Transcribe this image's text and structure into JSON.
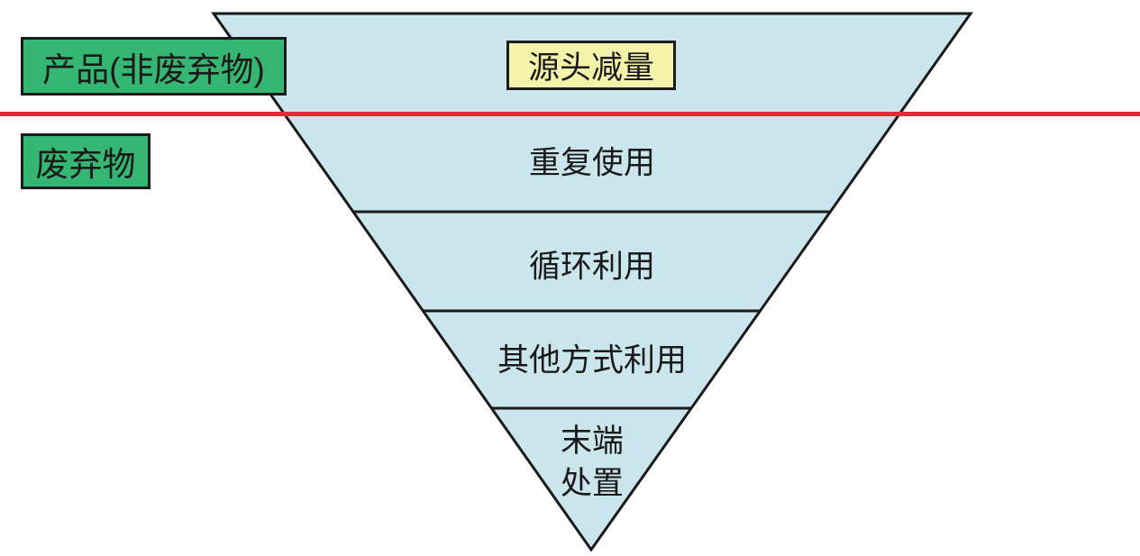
{
  "diagram": {
    "side_labels": {
      "product": "产品(非废弃物)",
      "waste": "废弃物"
    },
    "levels": [
      {
        "label": "源头减量",
        "boxed": true
      },
      {
        "label": "重复使用",
        "boxed": false
      },
      {
        "label": "循环利用",
        "boxed": false
      },
      {
        "label": "其他方式利用",
        "boxed": false
      },
      {
        "label": "末端\n处置",
        "boxed": false
      }
    ],
    "colors": {
      "pyramid_fill": "#cbe5ec",
      "outline": "#1a1a1a",
      "green_box": "#35b673",
      "yellow_box": "#f5f2a9",
      "red_line": "#d93038",
      "background": "#ffffff"
    }
  }
}
